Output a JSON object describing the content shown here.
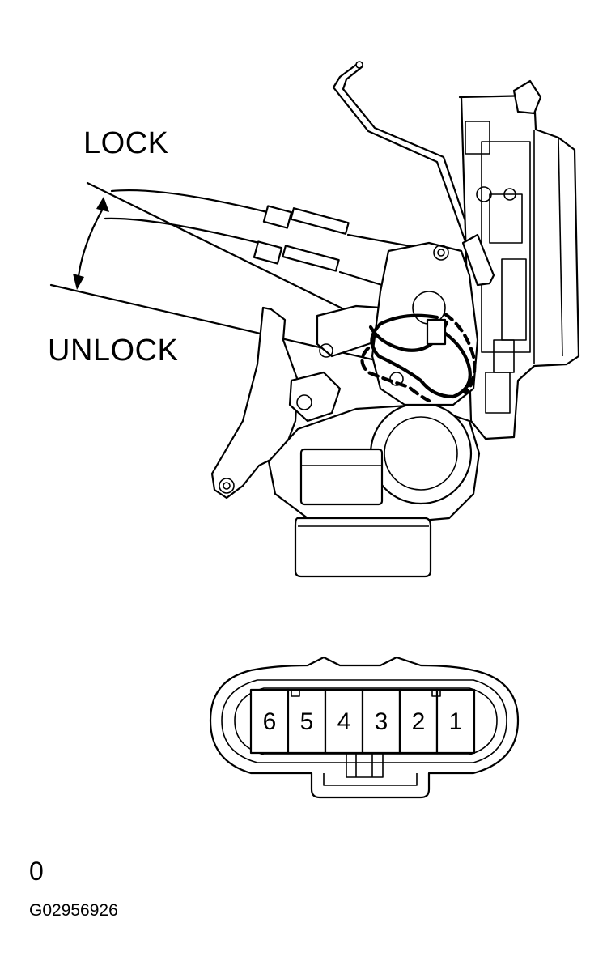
{
  "labels": {
    "lock": "LOCK",
    "unlock": "UNLOCK",
    "zero": "0",
    "figure_code": "G02956926"
  },
  "connector": {
    "pins": [
      "6",
      "5",
      "4",
      "3",
      "2",
      "1"
    ]
  }
}
